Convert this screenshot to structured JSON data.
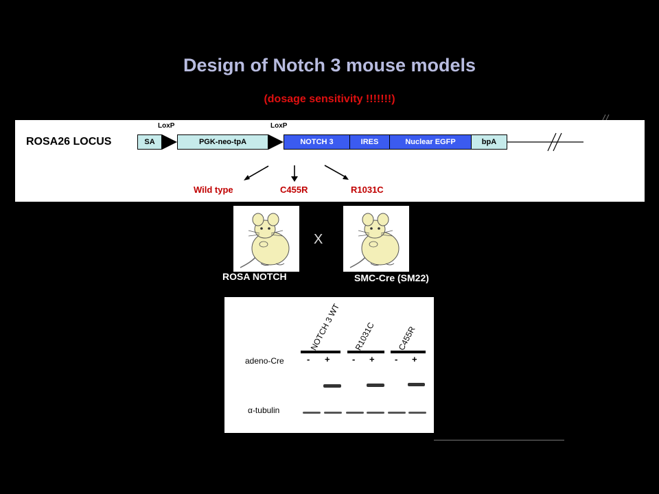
{
  "title": "Design of Notch 3 mouse models",
  "subtitle": "(dosage sensitivity !!!!!!!)",
  "locus": {
    "label": "ROSA26 LOCUS",
    "loxp_left": "LoxP",
    "loxp_right": "LoxP",
    "segments": {
      "sa": "SA",
      "pgk": "PGK-neo-tpA",
      "notch": "NOTCH 3",
      "ires": "IRES",
      "egfp": "Nuclear EGFP",
      "bpa": "bpA"
    },
    "variants": {
      "wt": "Wild type",
      "c455r": "C455R",
      "r1031c": "R1031C"
    }
  },
  "cross": {
    "left_caption": "ROSA NOTCH",
    "symbol": "X",
    "right_caption": "SMC-Cre (SM22)"
  },
  "blot": {
    "lanes": {
      "wt": "NOTCH 3 WT",
      "r1031c": "R1031C",
      "c455r": "C455R"
    },
    "row_label": "adeno-Cre",
    "signs": {
      "minus": "-",
      "plus": "+"
    },
    "loading_label": "α-tubulin"
  },
  "colors": {
    "title": "#b8bce0",
    "subtitle": "#e01010",
    "light_segment": "#c6ebeb",
    "notch_segment": "#3b5bf0",
    "variant_text": "#c00000"
  }
}
